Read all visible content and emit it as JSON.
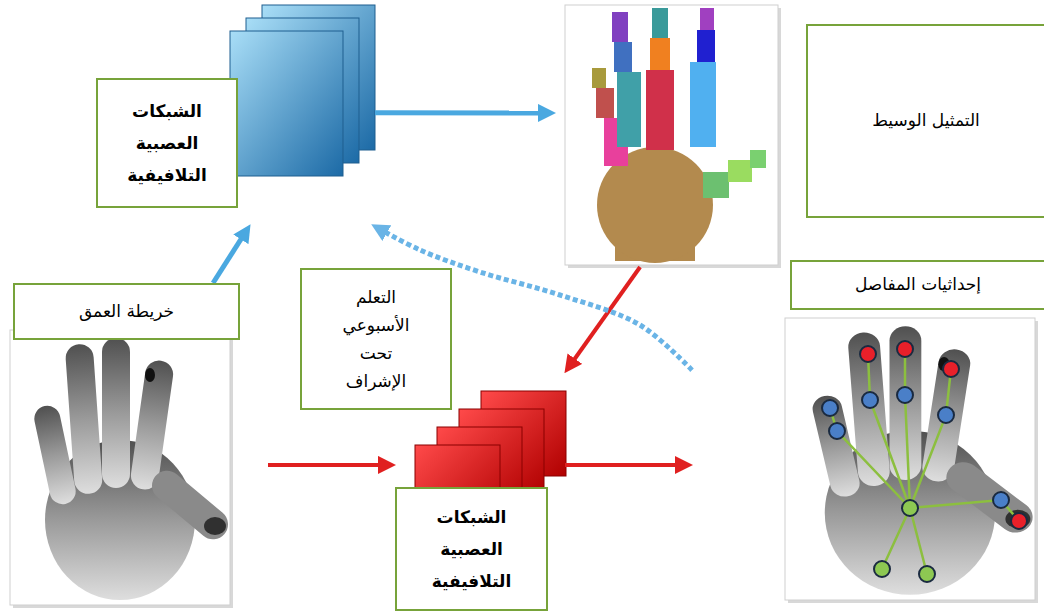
{
  "diagram": {
    "nodes": [
      {
        "text": [
          "الشبكات العصبية التلافيفية"
        ]
      },
      {
        "text": [
          "التمثيل الوسيط"
        ]
      },
      {
        "text": [
          "خريطة العمق"
        ]
      },
      {
        "text": [
          "التعلم الأسبوعي تحت الإشراف"
        ]
      },
      {
        "text": [
          "إحداثيات المفاصل"
        ]
      },
      {
        "text": [
          "الشبكات العصبية التلافيفية"
        ]
      }
    ],
    "edges": [
      {
        "from": 2,
        "to": 0,
        "arrow": "to"
      },
      {
        "from": 0,
        "to": 1,
        "arrow": "to"
      },
      {
        "from": 1,
        "to": 5,
        "arrow": "to"
      },
      {
        "from": 2,
        "to": 5,
        "arrow": "to"
      },
      {
        "from": 5,
        "to": 4,
        "arrow": "to"
      },
      {
        "from": 4,
        "to": 0,
        "arrow": "to"
      }
    ]
  }
}
